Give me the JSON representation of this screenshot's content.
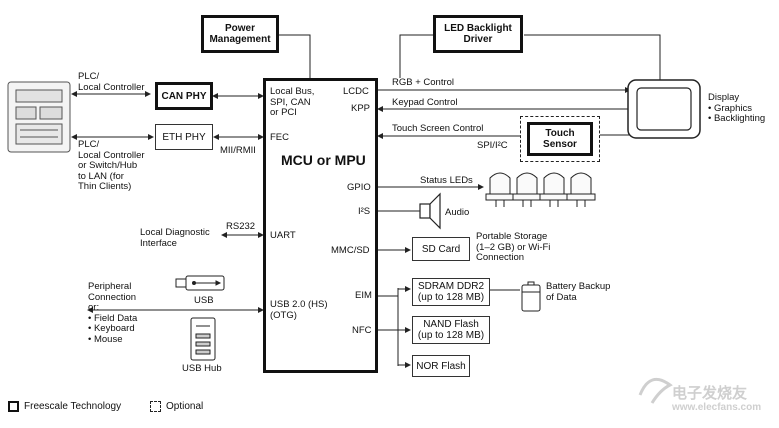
{
  "blocks": {
    "power": "Power\nManagement",
    "led": "LED Backlight\nDriver",
    "can_phy": "CAN PHY",
    "eth_phy": "ETH PHY",
    "touch_sensor": "Touch\nSensor",
    "sd_card": "SD Card",
    "sdram": "SDRAM DDR2\n(up to 128 MB)",
    "nand": "NAND Flash\n(up to 128 MB)",
    "nor": "NOR Flash"
  },
  "mcu": {
    "title": "MCU or MPU",
    "ports": {
      "local_bus": "Local Bus,\nSPI, CAN\nor PCI",
      "lcdc": "LCDC",
      "kpp": "KPP",
      "fec": "FEC",
      "gpio": "GPIO",
      "i2s": "I²S",
      "uart": "UART",
      "mmc": "MMC/SD",
      "eim": "EIM",
      "usb": "USB 2.0 (HS)\n(OTG)",
      "nfc": "NFC"
    }
  },
  "signals": {
    "plc1": "PLC/\nLocal Controller",
    "plc2": "PLC/\nLocal Controller\nor Switch/Hub\nto LAN (for\nThin Clients)",
    "mii": "MII/RMII",
    "rgb": "RGB + Control",
    "keypad": "Keypad Control",
    "touch": "Touch Screen Control",
    "spi_i2c": "SPI/I²C",
    "display": "Display\n• Graphics\n• Backlighting",
    "status_leds": "Status LEDs",
    "audio": "Audio",
    "rs232": "RS232",
    "diag": "Local Diagnostic\nInterface",
    "portable": "Portable Storage\n(1–2 GB) or Wi-Fi\nConnection",
    "battery": "Battery Backup\nof Data",
    "usb": "USB",
    "usb_hub": "USB Hub",
    "peripheral": "Peripheral\nConnection\nor:\n• Field Data\n• Keyboard\n• Mouse"
  },
  "legend": {
    "freescale": "Freescale Technology",
    "optional": "Optional"
  },
  "watermark": {
    "cn": "电子发烧友",
    "url": "www.elecfans.com"
  }
}
